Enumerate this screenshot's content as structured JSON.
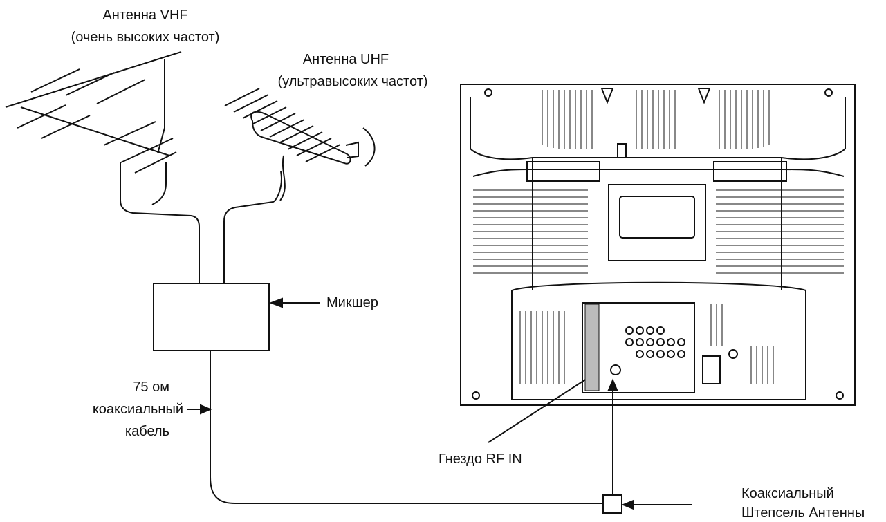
{
  "labels": {
    "vhf_antenna_title": "Антенна VHF",
    "vhf_antenna_sub": "(очень высоких частот)",
    "uhf_antenna_title": "Антенна UHF",
    "uhf_antenna_sub": "(ультравысоких частот)",
    "mixer": "Микшер",
    "cable_1": "75 ом",
    "cable_2": "коаксиальный",
    "cable_3": "кабель",
    "rf_in": "Гнездо RF IN",
    "plug_1": "Коаксиальный",
    "plug_2": "Штепсель Антенны"
  },
  "colors": {
    "line": "#111111",
    "background": "#ffffff"
  }
}
